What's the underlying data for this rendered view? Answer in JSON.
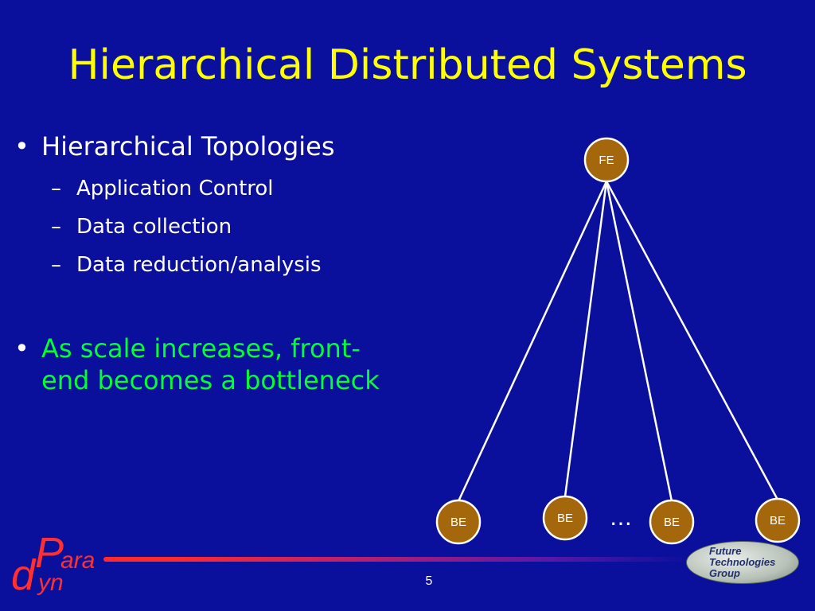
{
  "title": "Hierarchical Distributed Systems",
  "bullets": [
    {
      "text": "Hierarchical Topologies",
      "sub": [
        "Application Control",
        "Data collection",
        "Data reduction/analysis"
      ]
    },
    {
      "line1": "As scale increases, front-",
      "line2": "end becomes a bottleneck"
    }
  ],
  "bullet_glyph": "•",
  "dash_glyph": "–",
  "diagram": {
    "root_label": "FE",
    "leaf_labels": [
      "BE",
      "BE",
      "BE",
      "BE"
    ],
    "ellipsis": "…",
    "node_fill": "#a4670b",
    "node_stroke": "#ffffff"
  },
  "footer": {
    "page_number": "5",
    "logo_left": {
      "p": "P",
      "ara": "ara",
      "d": "d",
      "yn": "yn"
    },
    "logo_right": {
      "line1": "Future",
      "line2": "Technologies",
      "line3": "Group"
    }
  },
  "colors": {
    "background": "#0a0f9c",
    "title": "#ffff00",
    "body_text": "#ffffff",
    "highlight_text": "#00ff33",
    "logo_red": "#ff3030"
  }
}
